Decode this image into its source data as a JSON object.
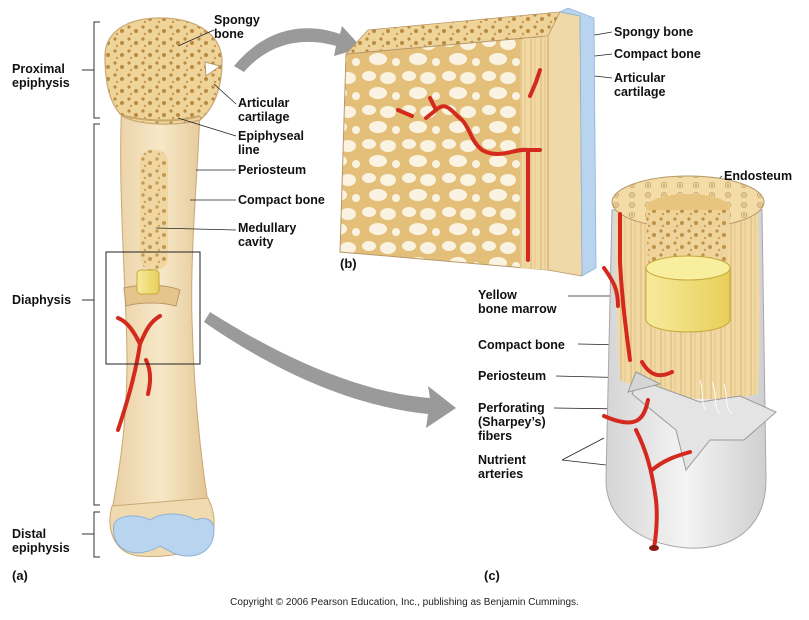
{
  "panels": {
    "a": "(a)",
    "b": "(b)",
    "c": "(c)"
  },
  "labels_a": {
    "proximal_epiphysis": "Proximal\nepiphysis",
    "diaphysis": "Diaphysis",
    "distal_epiphysis": "Distal\nepiphysis",
    "spongy_bone": "Spongy\nbone",
    "articular_cartilage": "Articular\ncartilage",
    "epiphyseal_line": "Epiphyseal\nline",
    "periosteum": "Periosteum",
    "compact_bone": "Compact bone",
    "medullary_cavity": "Medullary\ncavity"
  },
  "labels_b": {
    "spongy_bone": "Spongy bone",
    "compact_bone": "Compact bone",
    "articular_cartilage": "Articular\ncartilage"
  },
  "labels_c": {
    "endosteum": "Endosteum",
    "yellow_bone_marrow": "Yellow\nbone marrow",
    "compact_bone": "Compact bone",
    "periosteum": "Periosteum",
    "perforating_fibers": "Perforating\n(Sharpey’s)\nfibers",
    "nutrient_arteries": "Nutrient\narteries"
  },
  "copyright": "Copyright © 2006 Pearson Education, Inc., publishing as Benjamin Cummings.",
  "colors": {
    "bone": "#f1dcb1",
    "spongy": "#e0b56a",
    "artery": "#d42a1e",
    "cartilage": "#b9d4ee",
    "marrow": "#f5e27a",
    "periosteum": "#e2e2e2",
    "arrow": "#9a9a9a"
  }
}
